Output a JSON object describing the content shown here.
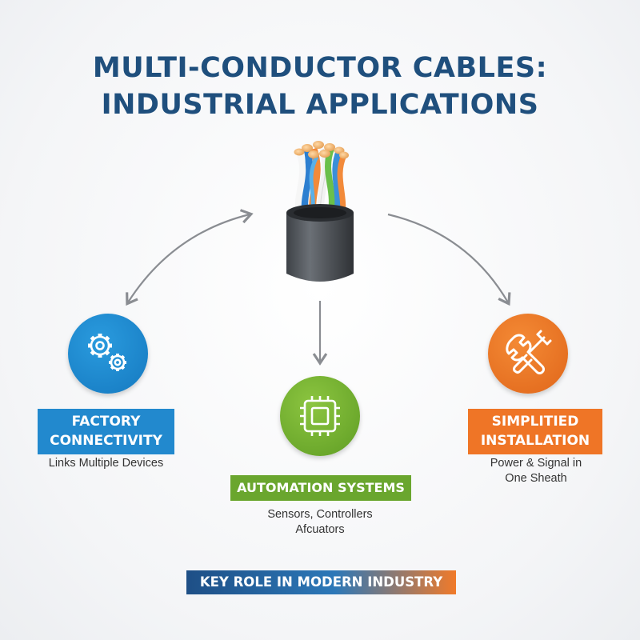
{
  "title": {
    "line1": "MULTI-CONDUCTOR CABLES:",
    "line2": "INDUSTRIAL APPLICATIONS"
  },
  "nodes": [
    {
      "icon": "gears-icon",
      "label_line1": "FACTORY",
      "label_line2": "CONNECTIVITY",
      "desc_line1": "Links Multiple Devices",
      "color": "#2289ce"
    },
    {
      "icon": "microchip-icon",
      "label": "AUTOMATION SYSTEMS",
      "desc_line1": "Sensors, Controllers",
      "desc_line2": "Afcuators",
      "color": "#6aa62e"
    },
    {
      "icon": "wrench-plug-icon",
      "label_line1": "SIMPLITIED",
      "label_line2": "INSTALLATION",
      "desc_line1": "Power & Signal in",
      "desc_line2": "One Sheath",
      "color": "#ef7526"
    }
  ],
  "banner": "KEY ROLE IN MODERN INDUSTRY",
  "center_icon": "multi-conductor-cable-icon"
}
